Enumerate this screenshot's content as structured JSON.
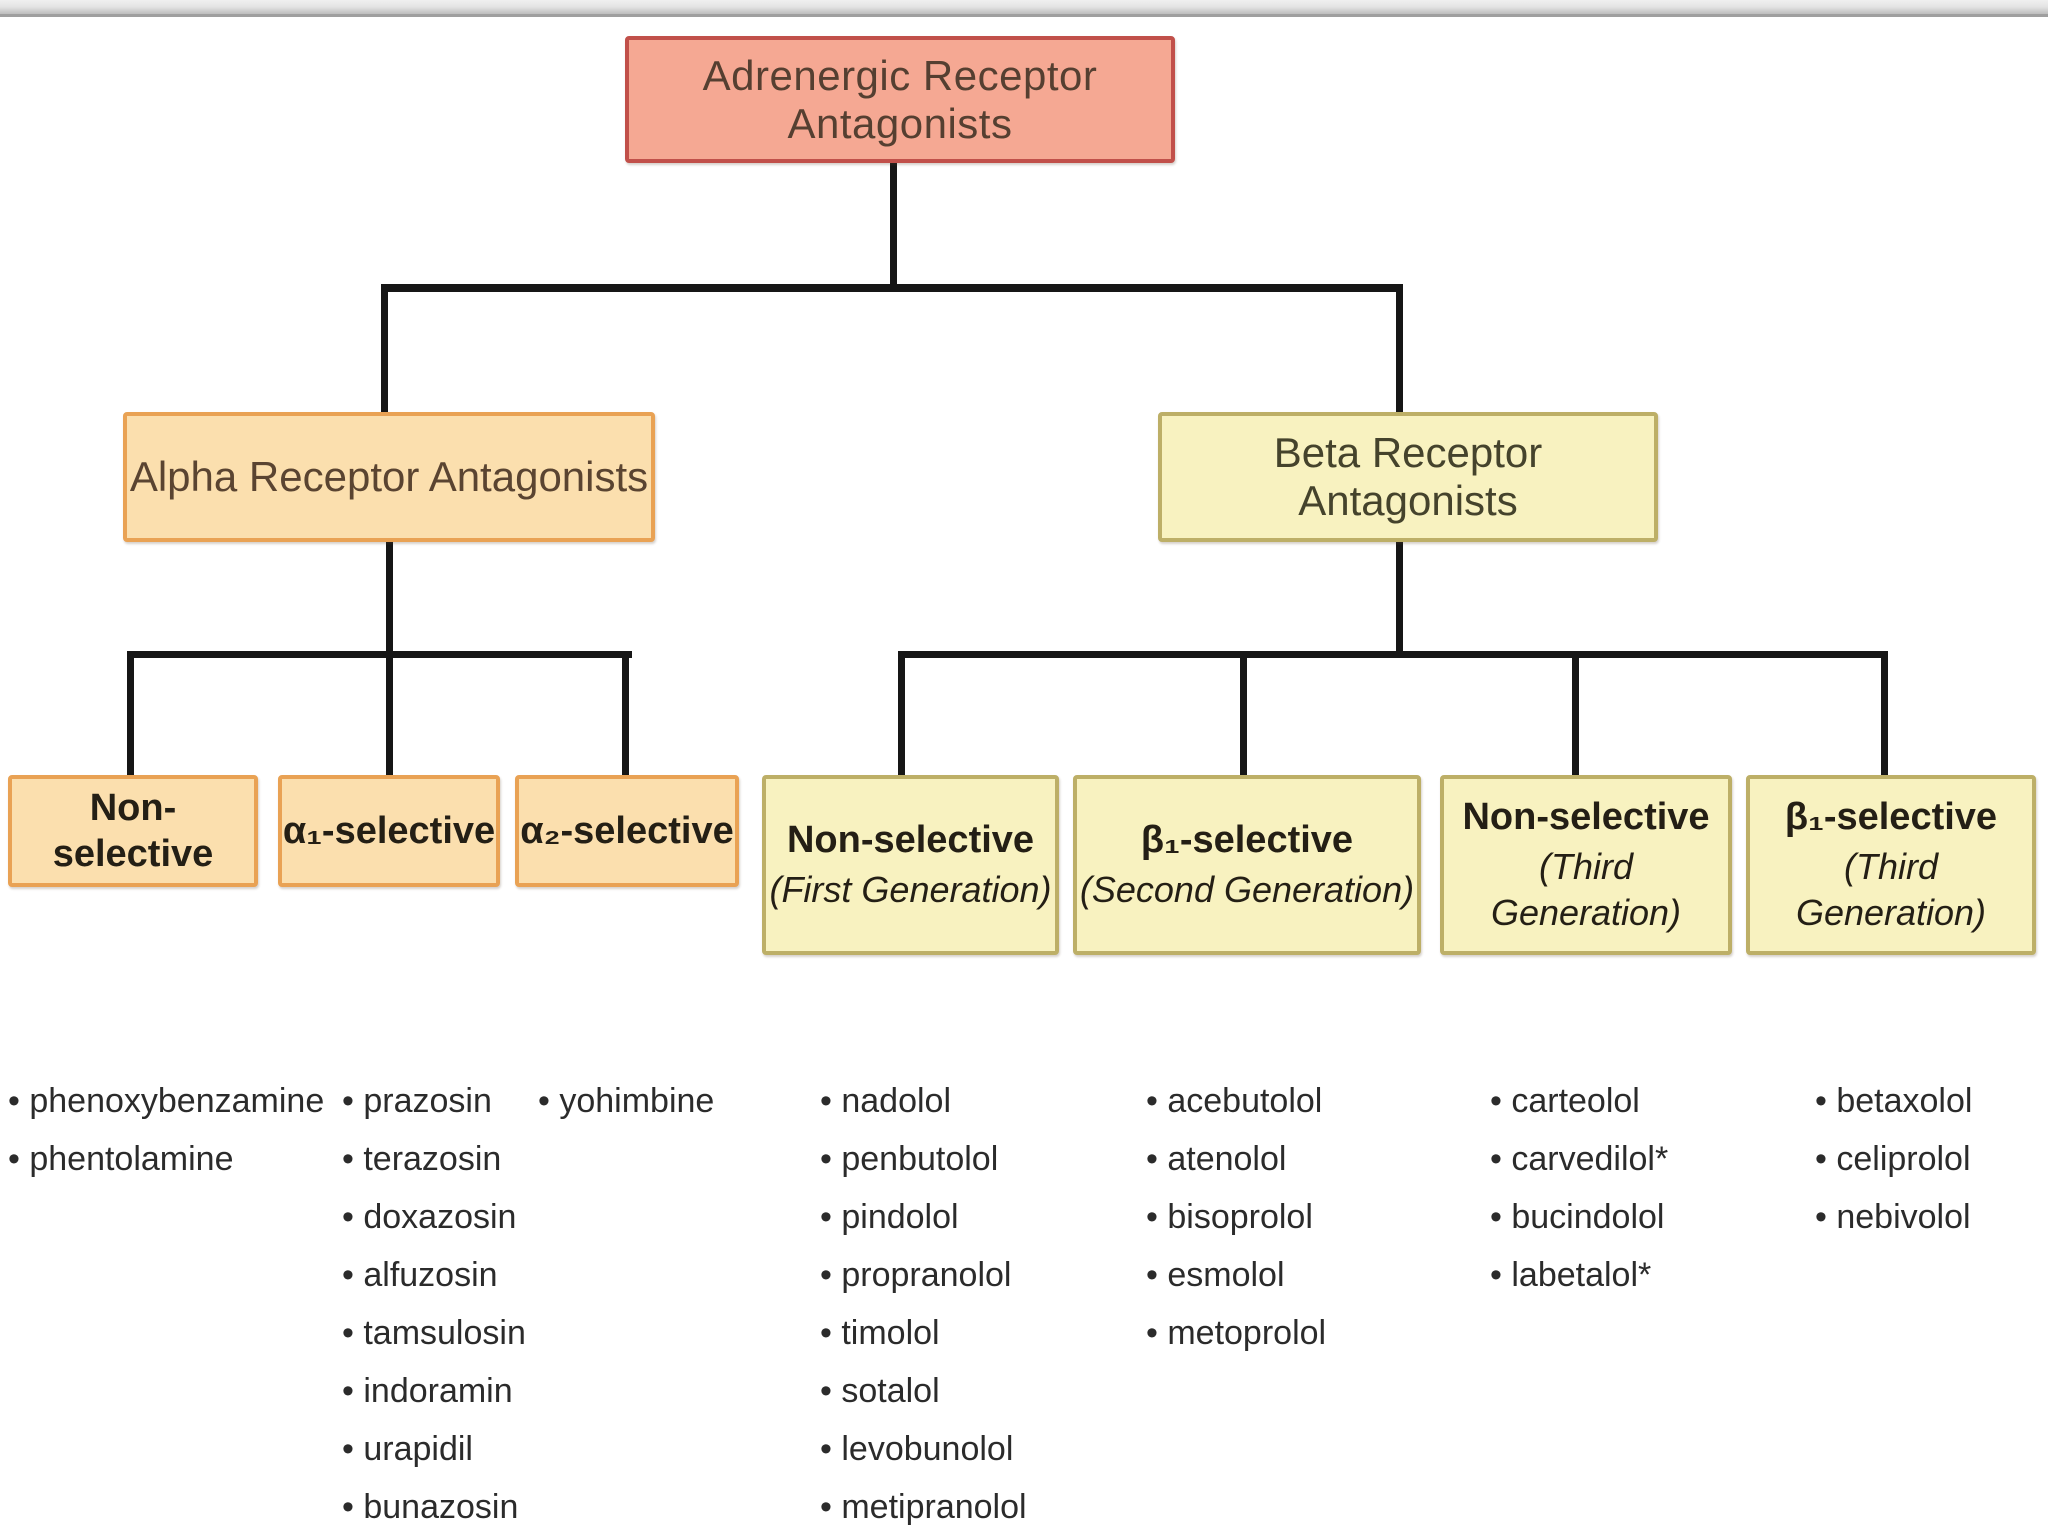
{
  "diagram_title": "Adrenergic Receptor Antagonists",
  "root": {
    "label": "Adrenergic Receptor Antagonists"
  },
  "alpha": {
    "label": "Alpha Receptor Antagonists",
    "children": [
      {
        "title": "Non-selective",
        "subtitle": ""
      },
      {
        "title": "α₁-selective",
        "subtitle": ""
      },
      {
        "title": "α₂-selective",
        "subtitle": ""
      }
    ]
  },
  "beta": {
    "label": "Beta Receptor Antagonists",
    "children": [
      {
        "title": "Non-selective",
        "subtitle": "(First Generation)"
      },
      {
        "title": "β₁-selective",
        "subtitle": "(Second Generation)"
      },
      {
        "title": "Non-selective",
        "subtitle": "(Third Generation)"
      },
      {
        "title": "β₁-selective",
        "subtitle": "(Third Generation)"
      }
    ]
  },
  "lists": {
    "alpha_nonselective": [
      "phenoxybenzamine",
      "phentolamine"
    ],
    "alpha1_selective": [
      "prazosin",
      "terazosin",
      "doxazosin",
      "alfuzosin",
      "tamsulosin",
      "indoramin",
      "urapidil",
      "bunazosin"
    ],
    "alpha2_selective": [
      "yohimbine"
    ],
    "beta_first_gen": [
      "nadolol",
      "penbutolol",
      "pindolol",
      "propranolol",
      "timolol",
      "sotalol",
      "levobunolol",
      "metipranolol"
    ],
    "beta_second_gen": [
      "acebutolol",
      "atenolol",
      "bisoprolol",
      "esmolol",
      "metoprolol"
    ],
    "beta_third_gen_nonselective": [
      "carteolol",
      "carvedilol*",
      "bucindolol",
      "labetalol*"
    ],
    "beta_third_gen_b1": [
      "betaxolol",
      "celiprolol",
      "nebivolol"
    ]
  },
  "colors": {
    "root_fill": "#f5a893",
    "root_border": "#c1504a",
    "alpha_fill": "#fbdfae",
    "alpha_border": "#e9a254",
    "beta_fill": "#f8f2c0",
    "beta_border": "#bdaf67",
    "connector": "#161616",
    "text_dark": "#2b2b2b"
  }
}
